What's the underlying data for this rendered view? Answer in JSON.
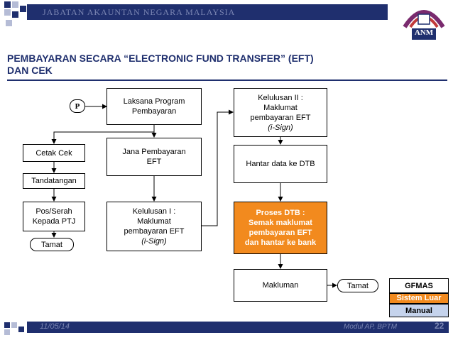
{
  "header": {
    "org": "JABATAN AKAUNTAN NEGARA MALAYSIA",
    "logo_text": "ANM"
  },
  "title": {
    "line1": "PEMBAYARAN SECARA “ELECTRONIC FUND TRANSFER” (EFT)",
    "line2": "DAN CEK"
  },
  "flow": {
    "p": "P",
    "laksana_1": "Laksana Program",
    "laksana_2": "Pembayaran",
    "cetak_cek": "Cetak Cek",
    "tandatangan": "Tandatangan",
    "pos_1": "Pos/Serah",
    "pos_2": "Kepada PTJ",
    "tamat_left": "Tamat",
    "jana_1": "Jana Pembayaran",
    "jana_2": "EFT",
    "kel1_1": "Kelulusan I :",
    "kel1_2": "Maklumat",
    "kel1_3": "pembayaran EFT",
    "kel1_4": "(i-Sign)",
    "kel2_1": "Kelulusan II :",
    "kel2_2": "Maklumat",
    "kel2_3": "pembayaran EFT",
    "kel2_4": "(i-Sign)",
    "hantar": "Hantar data ke DTB",
    "proses_1": "Proses DTB :",
    "proses_2": "Semak maklumat",
    "proses_3": "pembayaran EFT",
    "proses_4": "dan hantar ke bank",
    "makluman": "Makluman",
    "tamat_right": "Tamat"
  },
  "legend": {
    "gfmas": "GFMAS",
    "sistem_luar": "Sistem Luar",
    "manual": "Manual"
  },
  "footer": {
    "date": "11/05/14",
    "author": "Modul AP, BPTM",
    "page": "22"
  },
  "colors": {
    "navy": "#1f2f6e",
    "orange": "#f28a1e",
    "legend_blue": "#c5d3ec",
    "divider": "#1f2f6e"
  }
}
